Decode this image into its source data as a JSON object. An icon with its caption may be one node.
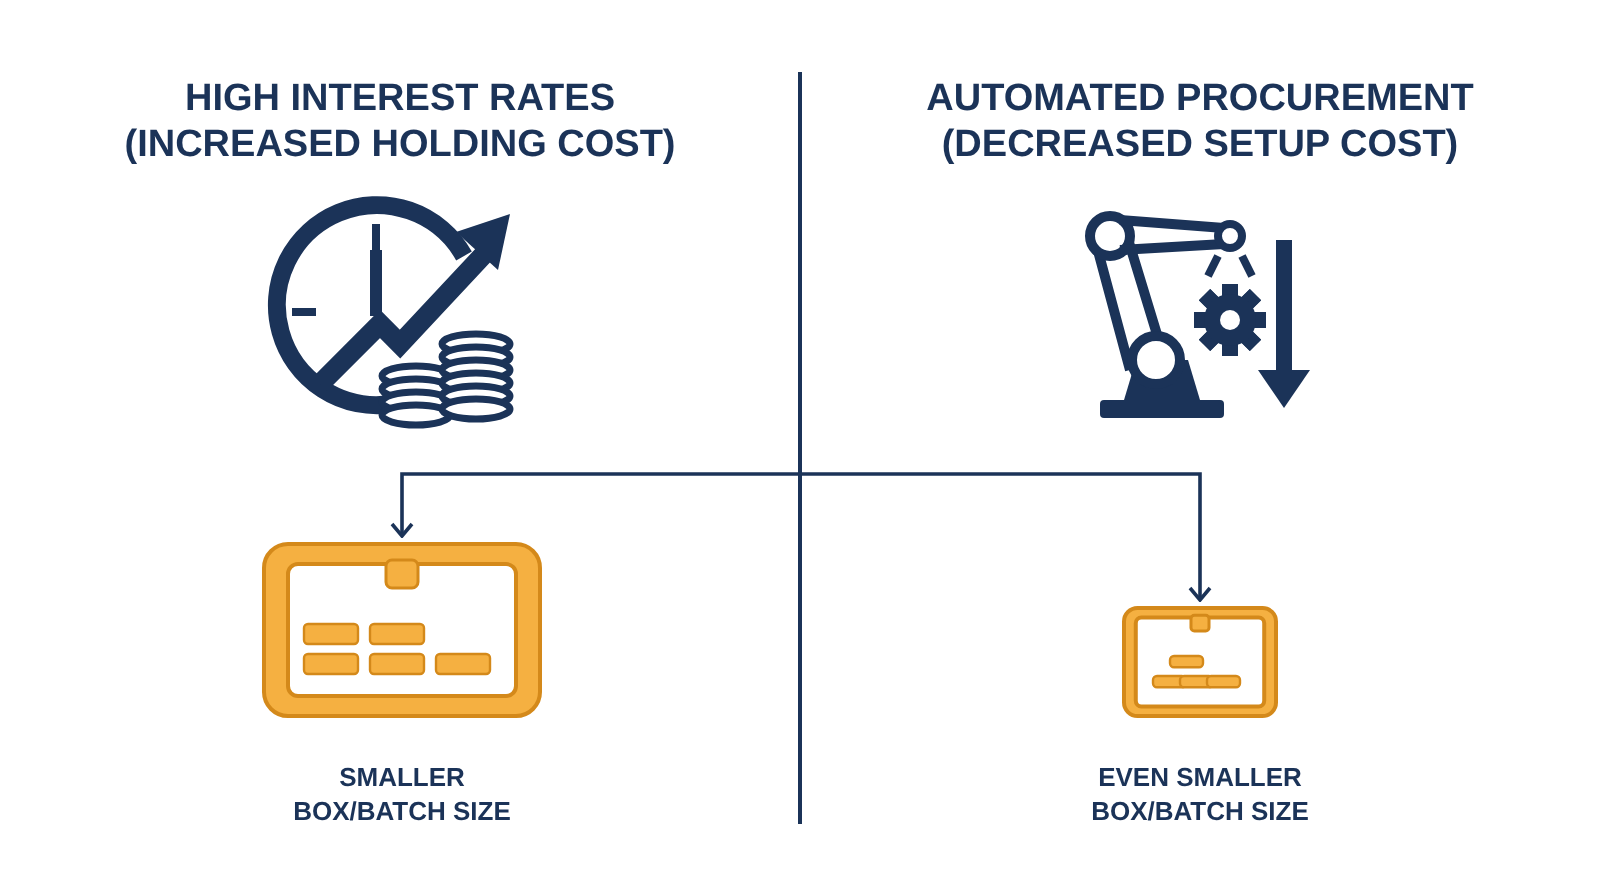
{
  "diagram": {
    "nodes": [
      {
        "text": [
          "SMALLER BOX/BATCH SIZE"
        ]
      },
      {
        "text": [
          "EVEN SMALLER BOX/BATCH SIZE"
        ]
      }
    ],
    "edges": [
      {
        "from": null,
        "to": 0,
        "arrow": "to"
      },
      {
        "from": null,
        "to": 1,
        "arrow": "to"
      }
    ],
    "labels": [
      "HIGH INTEREST RATES (INCREASED HOLDING COST)",
      "AUTOMATED PROCUREMENT (DECREASED SETUP COST)"
    ]
  }
}
